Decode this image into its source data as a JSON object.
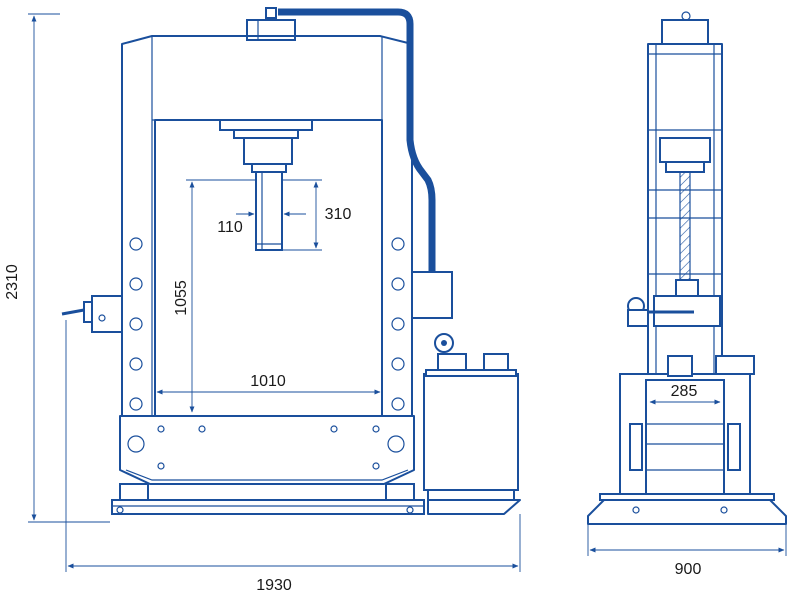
{
  "dimensions": {
    "total_height": "2310",
    "total_width": "1930",
    "side_width": "900",
    "daylight_height": "1055",
    "daylight_width": "1010",
    "piston_diameter": "110",
    "piston_stroke": "310",
    "ram_width": "285"
  },
  "colors": {
    "line": "#1a4f9c",
    "text": "#1a1a1a",
    "background": "#ffffff"
  }
}
